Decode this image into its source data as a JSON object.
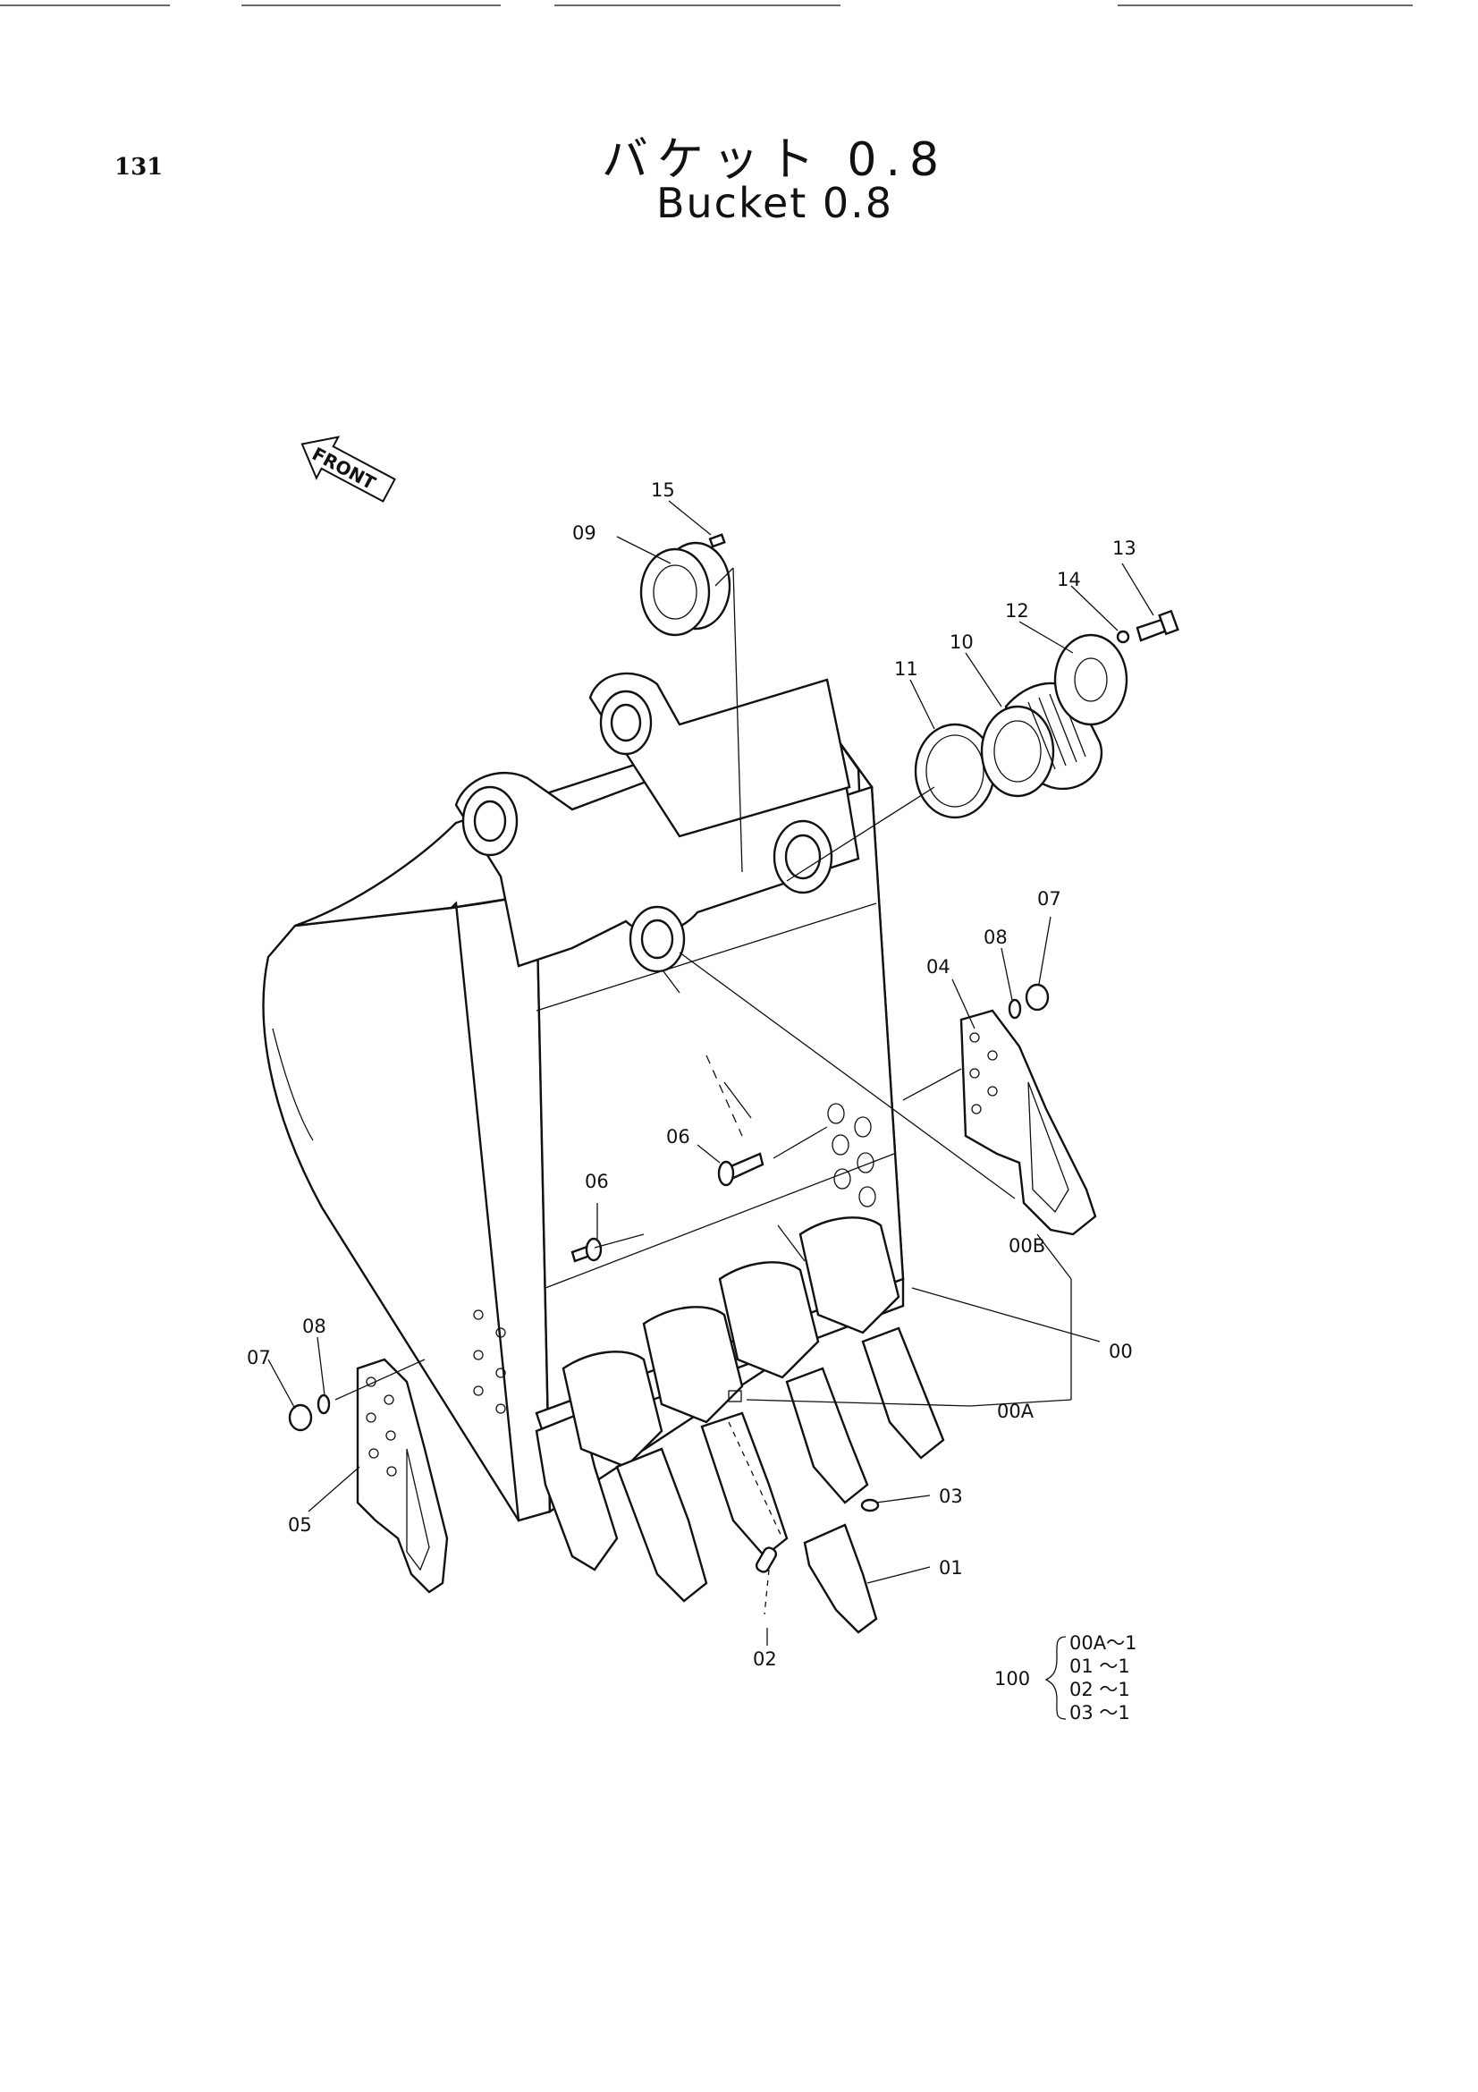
{
  "page": {
    "number": "131",
    "title_jp": "バケット 0.8",
    "title_en": "Bucket 0.8"
  },
  "front_arrow": {
    "label": "FRONT"
  },
  "callouts": {
    "p00": "00",
    "p00a": "00A",
    "p00b": "00B",
    "p01": "01",
    "p02": "02",
    "p03": "03",
    "p04": "04",
    "p05": "05",
    "p06a": "06",
    "p06b": "06",
    "p07a": "07",
    "p07b": "07",
    "p08a": "08",
    "p08b": "08",
    "p09": "09",
    "p10": "10",
    "p11": "11",
    "p12": "12",
    "p13": "13",
    "p14": "14",
    "p15": "15"
  },
  "kit": {
    "number": "100",
    "rows": [
      "00A～1",
      "01 ～1",
      "02 ～1",
      "03 ～1"
    ]
  }
}
